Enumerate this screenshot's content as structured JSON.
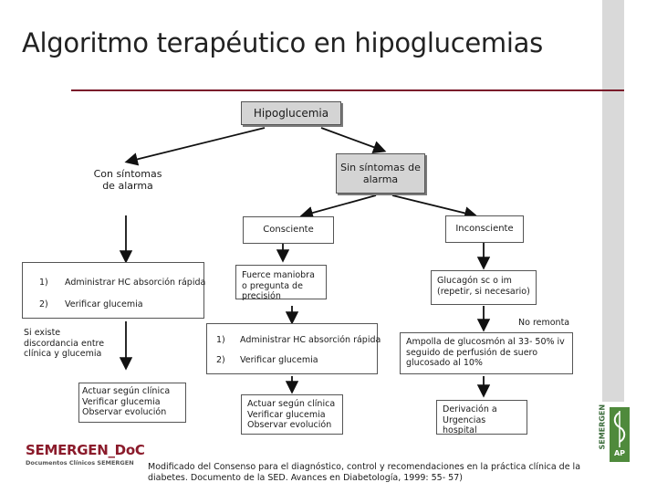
{
  "slide": {
    "title": "Algoritmo terapéutico en hipoglucemias",
    "root": "Hipoglucemia",
    "left_branch": "Con síntomas de alarma",
    "right_branch": "Sin síntomas de alarma",
    "consciente": "Consciente",
    "inconsciente": "Inconsciente",
    "left_steps": [
      {
        "num": "1)",
        "text": "Administrar HC absorción rápida"
      },
      {
        "num": "2)",
        "text": "Verificar glucemia"
      }
    ],
    "si_existe": "Si existe discordancia entre clínica y glucemia",
    "actuar_left": "Actuar según clínica Verificar glucemia Observar evolución",
    "fuerce": "Fuerce maniobra o pregunta de precisión",
    "mid_steps": [
      {
        "num": "1)",
        "text": "Administrar HC absorción rápida"
      },
      {
        "num": "2)",
        "text": "Verificar glucemia"
      }
    ],
    "actuar_mid": "Actuar según clínica Verificar glucemia Observar evolución",
    "glucagon": "Glucagón sc o im (repetir, si necesario)",
    "no_remonta": "No remonta",
    "ampolla": "Ampolla de glucosmón al 33- 50% iv seguido de perfusión de suero glucosado al 10%",
    "derivacion": "Derivación a Urgencias hospital",
    "footnote": "Modificado del Consenso para el diagnóstico, control y recomendaciones en la práctica clínica de la diabetes. Documento de la SED. Avances en Diabetología, 1999: 55- 57)",
    "logo_main": "SEMERGEN_DoC",
    "logo_sub": "Documentos Clínicos SEMERGEN",
    "side_logo": "SEMERGEN",
    "side_logo_ap": "AP"
  }
}
